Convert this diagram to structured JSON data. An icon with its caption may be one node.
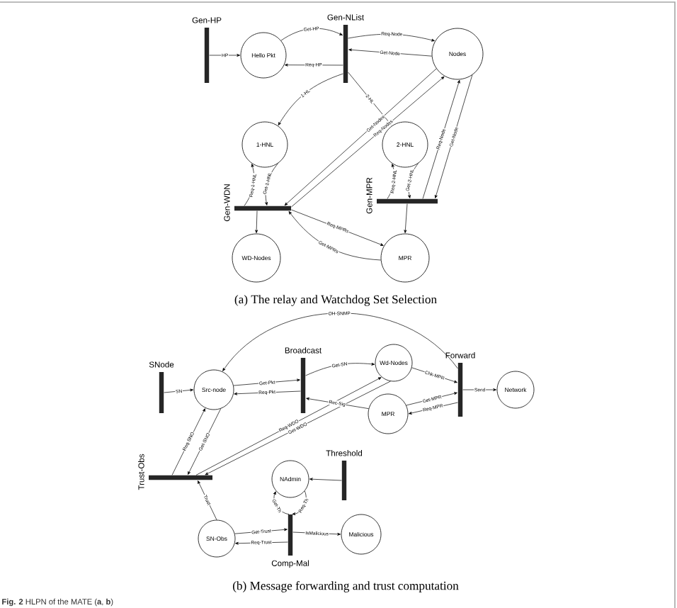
{
  "diagram": {
    "caption": "**Fig. 2** HLPN of the MATE (**a**, **b**)",
    "nodes": [
      {
        "text": [
          "Gen-HP"
        ]
      },
      {
        "text": [
          "Hello Pkt"
        ]
      },
      {
        "text": [
          "Gen-NList"
        ]
      },
      {
        "text": [
          "Nodes"
        ]
      },
      {
        "text": [
          "1-HNL"
        ]
      },
      {
        "text": [
          "2-HNL"
        ]
      },
      {
        "text": [
          "Gen-WDN"
        ]
      },
      {
        "text": [
          "Gen-MPR"
        ]
      },
      {
        "text": [
          "WD-Nodes"
        ]
      },
      {
        "text": [
          "MPR"
        ]
      },
      {
        "text": [
          "SNode"
        ]
      },
      {
        "text": [
          "Src-node"
        ]
      },
      {
        "text": [
          "Broadcast"
        ]
      },
      {
        "text": [
          "Wd-Nodes"
        ]
      },
      {
        "text": [
          "MPR"
        ]
      },
      {
        "text": [
          "Forward"
        ]
      },
      {
        "text": [
          "Network"
        ]
      },
      {
        "text": [
          "Trust-Obs"
        ]
      },
      {
        "text": [
          "NAdmin"
        ]
      },
      {
        "text": [
          "Threshold"
        ]
      },
      {
        "text": [
          "SN-Obs"
        ]
      },
      {
        "text": [
          "Comp-Mal"
        ]
      },
      {
        "text": [
          "Malicious"
        ]
      }
    ],
    "edges": [
      {
        "from": 0,
        "to": 1,
        "arrow": "to",
        "label": "HP"
      },
      {
        "from": 1,
        "to": 2,
        "arrow": "to",
        "label": "Get-HP"
      },
      {
        "from": 2,
        "to": 1,
        "arrow": "to",
        "label": "Req-HP"
      },
      {
        "from": 2,
        "to": 3,
        "arrow": "to",
        "label": "Req-Node"
      },
      {
        "from": 3,
        "to": 2,
        "arrow": "to",
        "label": "Get-Node"
      },
      {
        "from": 2,
        "to": 4,
        "arrow": "to",
        "label": "1-HL"
      },
      {
        "from": 2,
        "to": 5,
        "arrow": "to",
        "label": "2-HL"
      },
      {
        "from": 3,
        "to": 6,
        "arrow": "to",
        "label": "Get-Nodes"
      },
      {
        "from": 6,
        "to": 3,
        "arrow": "to",
        "label": "Req-Nodes"
      },
      {
        "from": 6,
        "to": 4,
        "arrow": "to",
        "label": "Req-1-HNL"
      },
      {
        "from": 4,
        "to": 6,
        "arrow": "to",
        "label": "Get-1-HNL"
      },
      {
        "from": 7,
        "to": 5,
        "arrow": "to",
        "label": "Req-2-HNL"
      },
      {
        "from": 5,
        "to": 7,
        "arrow": "to",
        "label": "Get-2-HNL"
      },
      {
        "from": 7,
        "to": 3,
        "arrow": "to",
        "label": "Req-Node"
      },
      {
        "from": 3,
        "to": 7,
        "arrow": "to",
        "label": "Get-Node"
      },
      {
        "from": 6,
        "to": 8,
        "arrow": "to"
      },
      {
        "from": 7,
        "to": 9,
        "arrow": "to"
      },
      {
        "from": 6,
        "to": 9,
        "arrow": "to",
        "label": "Req-MPRs"
      },
      {
        "from": 9,
        "to": 6,
        "arrow": "to",
        "label": "Get-MPRs"
      },
      {
        "from": 10,
        "to": 11,
        "arrow": "to",
        "label": "SN"
      },
      {
        "from": 11,
        "to": 12,
        "arrow": "to",
        "label": "Get-Pkt"
      },
      {
        "from": 12,
        "to": 11,
        "arrow": "to",
        "label": "Req-Pkt"
      },
      {
        "from": 12,
        "to": 13,
        "arrow": "to",
        "label": "Get-SN"
      },
      {
        "from": 14,
        "to": 12,
        "arrow": "to",
        "label": "Rec-Sig"
      },
      {
        "from": 13,
        "to": 15,
        "arrow": "to",
        "label": "Chk-MPR"
      },
      {
        "from": 15,
        "to": 11,
        "arrow": "to",
        "label": "OH-SNMP"
      },
      {
        "from": 14,
        "to": 15,
        "arrow": "to",
        "label": "Get-MPR"
      },
      {
        "from": 15,
        "to": 14,
        "arrow": "to",
        "label": "Req-MPR"
      },
      {
        "from": 15,
        "to": 16,
        "arrow": "to",
        "label": "Send"
      },
      {
        "from": 17,
        "to": 11,
        "arrow": "to",
        "label": "Req-SNO"
      },
      {
        "from": 11,
        "to": 17,
        "arrow": "to",
        "label": "Get-SNO"
      },
      {
        "from": 17,
        "to": 13,
        "arrow": "to",
        "label": "Req-WDO"
      },
      {
        "from": 13,
        "to": 17,
        "arrow": "to",
        "label": "Get-WDO"
      },
      {
        "from": 20,
        "to": 17,
        "arrow": "to",
        "label": "Trust"
      },
      {
        "from": 20,
        "to": 21,
        "arrow": "to",
        "label": "Get-Trust"
      },
      {
        "from": 21,
        "to": 20,
        "arrow": "to",
        "label": "Req-Trust"
      },
      {
        "from": 21,
        "to": 22,
        "arrow": "to",
        "label": "IsMalicious"
      },
      {
        "from": 19,
        "to": 18,
        "arrow": "to"
      },
      {
        "from": 21,
        "to": 18,
        "arrow": "to",
        "label": "Get-Th"
      },
      {
        "from": 18,
        "to": 21,
        "arrow": "to",
        "label": "Req-Th"
      }
    ],
    "labels": [
      "(a) The relay and Watchdog Set Selection",
      "(b) Message forwarding and trust computation"
    ]
  }
}
